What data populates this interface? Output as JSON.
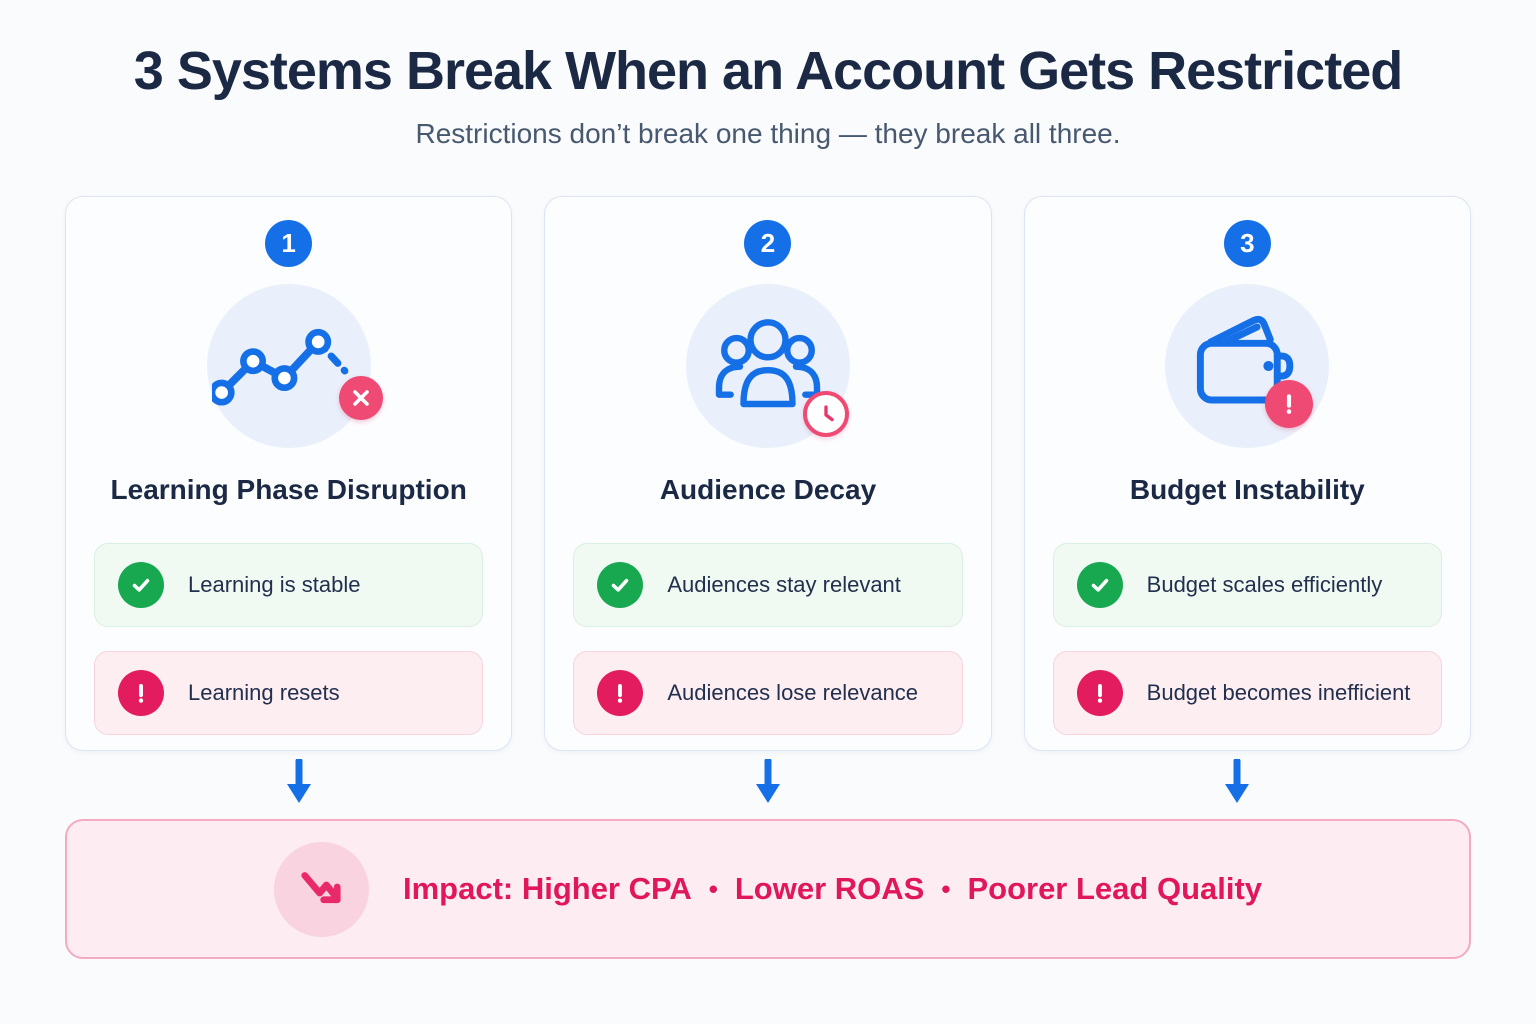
{
  "header": {
    "title": "3 Systems Break When an Account Gets Restricted",
    "subtitle": "Restrictions don’t break one thing — they break all three."
  },
  "cards": [
    {
      "number": "1",
      "icon": "declining-trend-chart-icon",
      "badge_icon": "x-badge",
      "title": "Learning Phase Disruption",
      "good": "Learning is stable",
      "bad": "Learning resets"
    },
    {
      "number": "2",
      "icon": "audience-group-icon",
      "badge_icon": "clock-badge",
      "title": "Audience Decay",
      "good": "Audiences stay relevant",
      "bad": "Audiences lose relevance"
    },
    {
      "number": "3",
      "icon": "wallet-icon",
      "badge_icon": "alert-badge",
      "title": "Budget Instability",
      "good": "Budget scales efficiently",
      "bad": "Budget becomes inefficient"
    }
  ],
  "impact": {
    "icon": "trend-down-icon",
    "parts": [
      "Impact: Higher CPA",
      "Lower ROAS",
      "Poorer Lead Quality"
    ],
    "bullet": "•"
  },
  "colors": {
    "accent_blue": "#1570e8",
    "navy_text": "#1b2945",
    "green": "#18a850",
    "crimson": "#e31b5f",
    "badge_pink": "#ee4a74",
    "impact_text": "#e0175b",
    "card_border": "#dbe5f3",
    "good_bg": "#f0faf3",
    "bad_bg": "#fdeef2",
    "impact_bg": "#fdecf1"
  }
}
